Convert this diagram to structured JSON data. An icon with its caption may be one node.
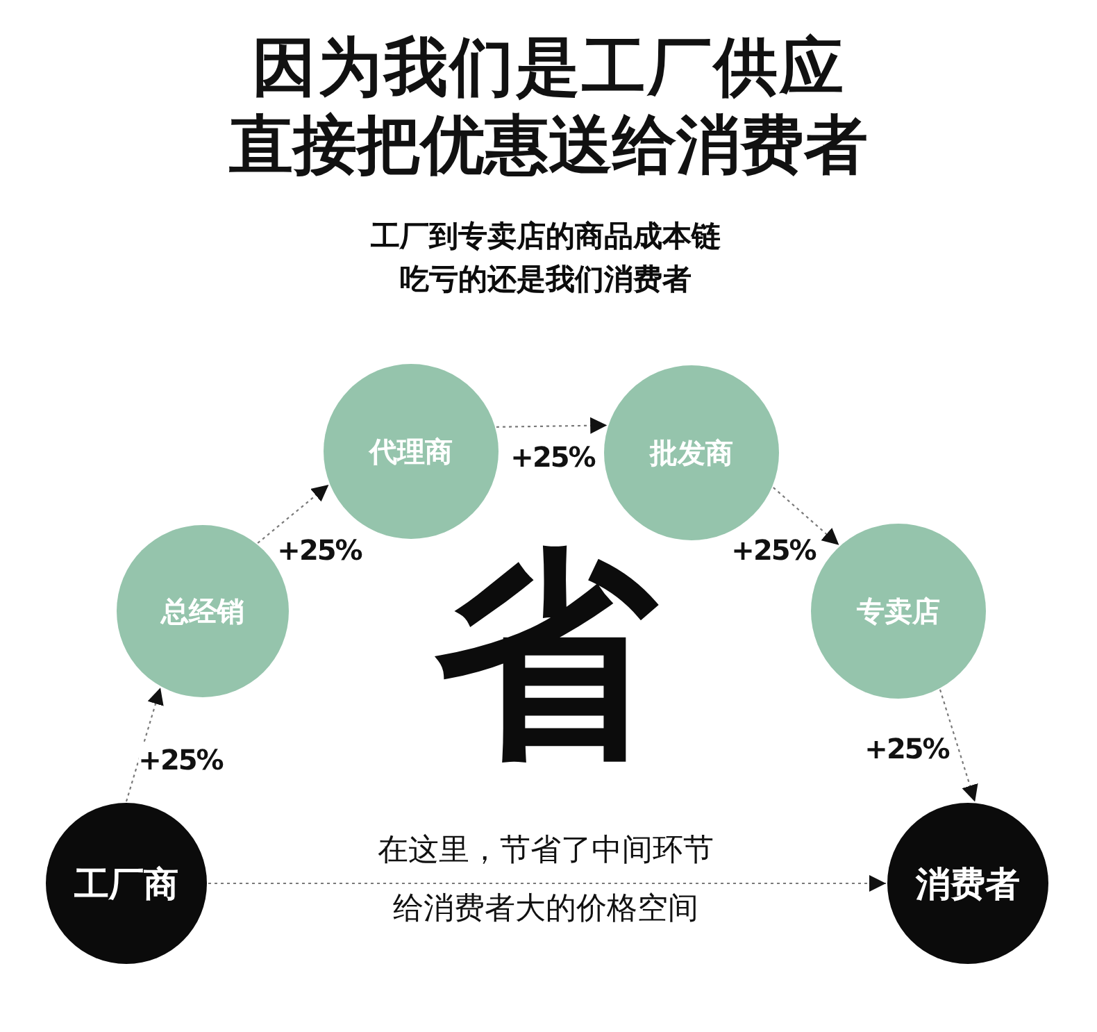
{
  "diagram": {
    "title": "因为我们是工厂供应直接把优惠送给消费者",
    "nodes": [
      {
        "text": [
          "工厂商"
        ]
      },
      {
        "text": [
          "总经销"
        ]
      },
      {
        "text": [
          "代理商"
        ]
      },
      {
        "text": [
          "批发商"
        ]
      },
      {
        "text": [
          "专卖店"
        ]
      },
      {
        "text": [
          "消费者"
        ]
      }
    ],
    "edges": [
      {
        "from": 0,
        "to": 1,
        "arrow": "to",
        "label": "+25%"
      },
      {
        "from": 1,
        "to": 2,
        "arrow": "to",
        "label": "+25%"
      },
      {
        "from": 2,
        "to": 3,
        "arrow": "to",
        "label": "+25%"
      },
      {
        "from": 3,
        "to": 4,
        "arrow": "to",
        "label": "+25%"
      },
      {
        "from": 4,
        "to": 5,
        "arrow": "to",
        "label": "+25%"
      },
      {
        "from": 0,
        "to": 5,
        "arrow": "to",
        "label": "在这里，节省了中间环节给消费者大的价格空间"
      }
    ],
    "labels": [
      "工厂到专卖店的商品成本链吃亏的还是我们消费者",
      "省"
    ]
  }
}
